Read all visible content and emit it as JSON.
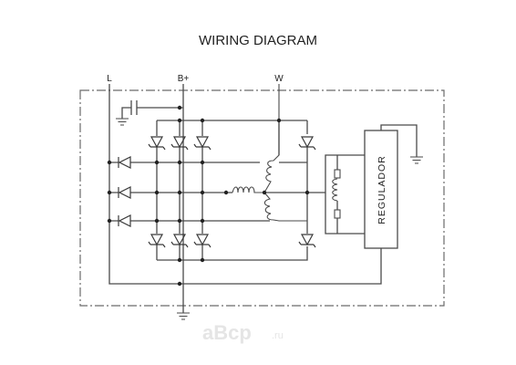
{
  "title": "WIRING DIAGRAM",
  "terminals": {
    "l": "L",
    "b_plus": "B+",
    "w": "W"
  },
  "regulator": {
    "label": "REGULADOR"
  },
  "watermark": {
    "brand": "aBcp",
    "suffix": ".ru"
  }
}
